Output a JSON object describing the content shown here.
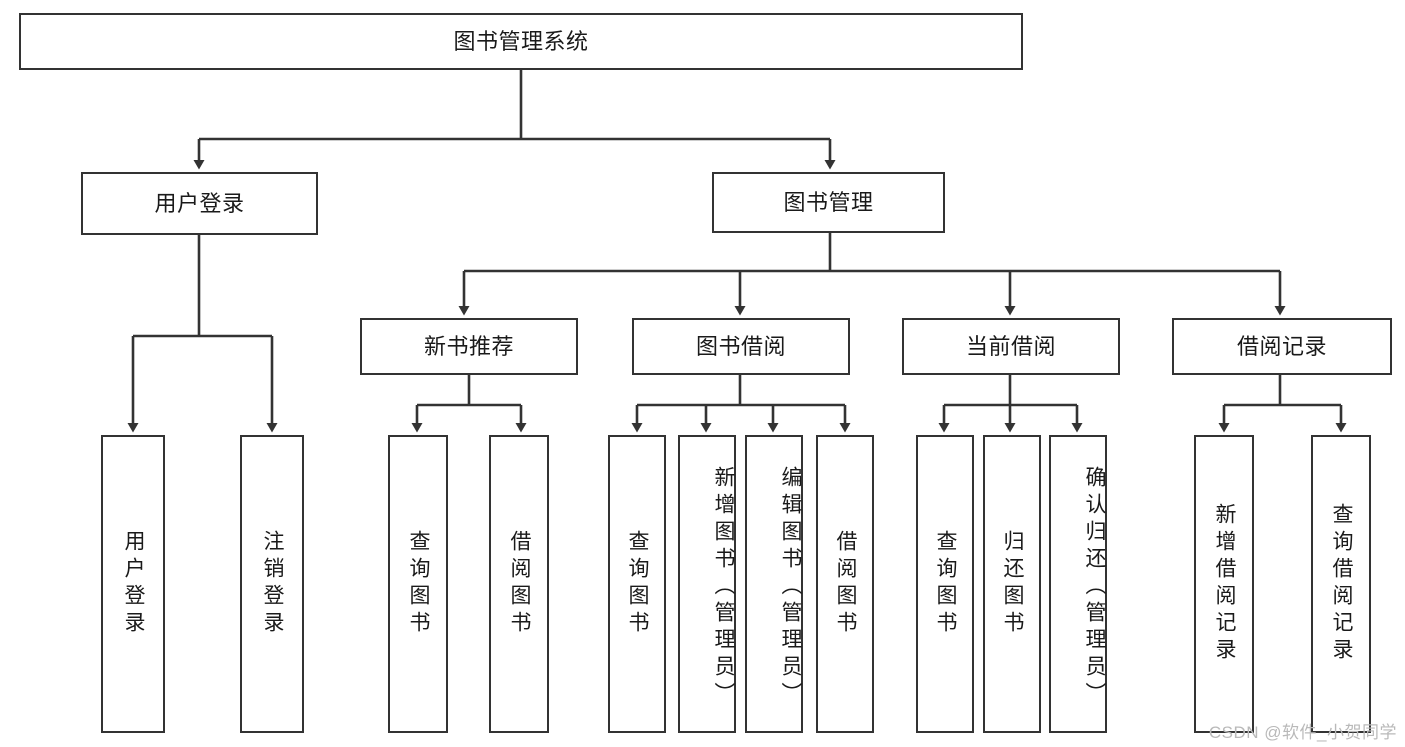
{
  "diagram": {
    "type": "tree",
    "title": "图书管理系统",
    "orientation": "top-down",
    "colors": {
      "stroke": "#333333",
      "fill": "#ffffff",
      "text": "#1a1a1a",
      "watermark": "#b9b9b9"
    },
    "root": {
      "label": "图书管理系统"
    },
    "level1": [
      {
        "label": "用户登录"
      },
      {
        "label": "图书管理"
      }
    ],
    "level2": [
      {
        "label": "新书推荐"
      },
      {
        "label": "图书借阅"
      },
      {
        "label": "当前借阅"
      },
      {
        "label": "借阅记录"
      }
    ],
    "leaves": {
      "user_login": [
        {
          "label": "用户登录"
        },
        {
          "label": "注销登录"
        }
      ],
      "new_book_recommend": [
        {
          "label": "查询图书"
        },
        {
          "label": "借阅图书"
        }
      ],
      "book_borrow": [
        {
          "label": "查询图书"
        },
        {
          "label": "新增图书（管理员）"
        },
        {
          "label": "编辑图书（管理员）"
        },
        {
          "label": "借阅图书"
        }
      ],
      "current_borrow": [
        {
          "label": "查询图书"
        },
        {
          "label": "归还图书"
        },
        {
          "label": "确认归还（管理员）"
        }
      ],
      "borrow_records": [
        {
          "label": "新增借阅记录"
        },
        {
          "label": "查询借阅记录"
        }
      ]
    }
  },
  "watermark": {
    "text": "CSDN @软件_小贺同学"
  }
}
